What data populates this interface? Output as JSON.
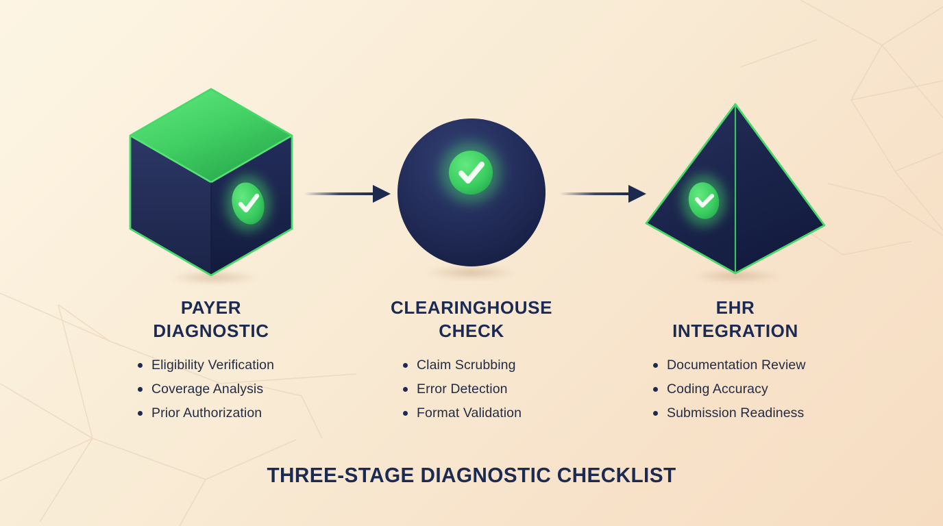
{
  "footer": {
    "title": "THREE-STAGE DIAGNOSTIC CHECKLIST"
  },
  "stages": [
    {
      "id": "payer-diagnostic",
      "shape_icon": "cube-icon",
      "name_line1": "PAYER",
      "name_line2": "DIAGNOSTIC",
      "items": [
        "Eligibility Verification",
        "Coverage Analysis",
        "Prior Authorization"
      ]
    },
    {
      "id": "clearinghouse-check",
      "shape_icon": "sphere-icon",
      "name_line1": "CLEARINGHOUSE",
      "name_line2": "CHECK",
      "items": [
        "Claim Scrubbing",
        "Error Detection",
        "Format Validation"
      ]
    },
    {
      "id": "ehr-integration",
      "shape_icon": "pyramid-icon",
      "name_line1": "EHR",
      "name_line2": "INTEGRATION",
      "items": [
        "Documentation Review",
        "Coding Accuracy",
        "Submission Readiness"
      ]
    }
  ],
  "icons": {
    "cube": "cube-icon",
    "sphere": "sphere-icon",
    "pyramid": "pyramid-icon",
    "check_badge": "check-badge-icon",
    "flow_arrow": "arrow-right-icon"
  },
  "colors": {
    "background_top": "#fdf5e4",
    "background_bottom": "#f6ddc2",
    "pattern_line": "#e7d1b5",
    "accent_green": "#3ecb62",
    "badge_green": "#35c75c",
    "shape_navy": "#1f2950",
    "heading_text": "#1b2a52",
    "body_text": "#222b42",
    "arrow_navy": "#1d2a4f"
  }
}
